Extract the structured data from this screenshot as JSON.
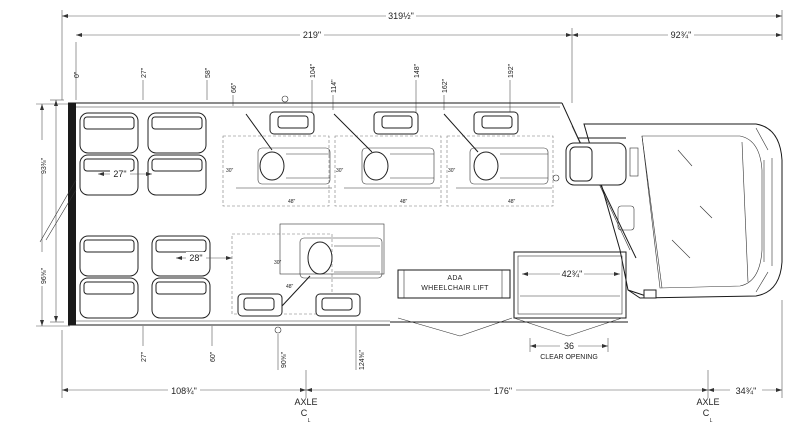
{
  "overall": {
    "length": "319½\"",
    "front_overhang": "92¾\"",
    "interior_length": "219\""
  },
  "top_stations": [
    "0\"",
    "27\"",
    "58\"",
    "66\"",
    "104\"",
    "114\"",
    "148\"",
    "162\"",
    "192\""
  ],
  "bottom_stations": [
    "27\"",
    "60\"",
    "90⅝\"",
    "124⅝\""
  ],
  "side_dims": {
    "interior_width": "93⅜\"",
    "overall_width": "96⅝\""
  },
  "seat_spacing": {
    "upper": "27\"",
    "lower": "28\""
  },
  "wheelchair_dims": {
    "side": "30\"",
    "length": "48\""
  },
  "lift": {
    "line1": "ADA",
    "line2": "WHEELCHAIR LIFT",
    "width": "42¾\""
  },
  "door": {
    "width": "36",
    "caption": "CLEAR OPENING"
  },
  "bottom_dims": {
    "rear_overhang": "108¾\"",
    "wheelbase": "176\"",
    "front_axle_to_bumper": "34¾\""
  },
  "axle": {
    "label": "AXLE",
    "symbol": "C",
    "sub": "L"
  }
}
